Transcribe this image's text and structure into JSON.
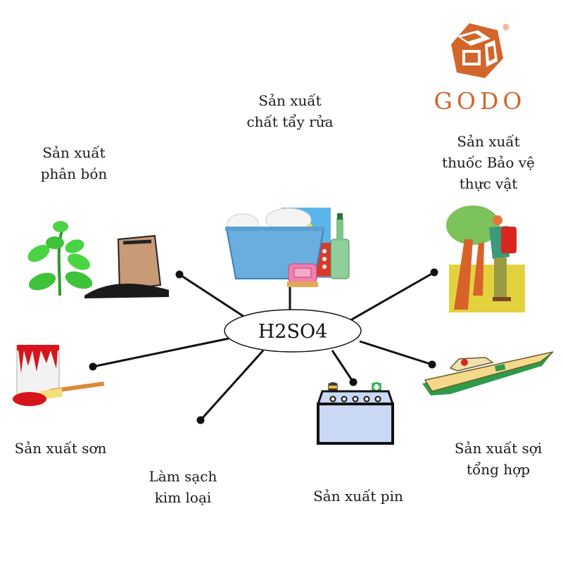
{
  "center": {
    "label": "H2SO4"
  },
  "brand": {
    "name": "GODO",
    "registered_mark": "®",
    "color": "#d2652a"
  },
  "applications": [
    {
      "id": "fertilizer",
      "lines": [
        "Sản xuất",
        "phân bón"
      ],
      "icon": "plant-and-fertilizer-sack-icon"
    },
    {
      "id": "detergent",
      "lines": [
        "Sản xuất",
        "chất tẩy rửa"
      ],
      "icon": "washing-basin-detergent-icon"
    },
    {
      "id": "pesticide",
      "lines": [
        "Sản xuất",
        "thuốc Bảo vệ",
        "thực vật"
      ],
      "icon": "farmer-spraying-tree-icon"
    },
    {
      "id": "paint",
      "lines": [
        "Sản xuất sơn"
      ],
      "icon": "paint-can-brush-icon"
    },
    {
      "id": "metal-cleaning",
      "lines": [
        "Làm sạch",
        "kim loại"
      ],
      "icon": null
    },
    {
      "id": "battery",
      "lines": [
        "Sản xuất pin"
      ],
      "icon": "car-battery-icon"
    },
    {
      "id": "synthetic-fiber",
      "lines": [
        "Sản xuất sợi",
        "tổng hợp"
      ],
      "icon": "speedboat-icon"
    }
  ],
  "colors": {
    "line": "#111111",
    "battery_body": "#c8d8f5",
    "basin": "#6aaee0",
    "plant": "#3ec23a",
    "paint_red": "#d8141b",
    "boat_hull": "#f4d98a",
    "boat_green": "#2f9a4a",
    "field": "#e3d23d"
  }
}
